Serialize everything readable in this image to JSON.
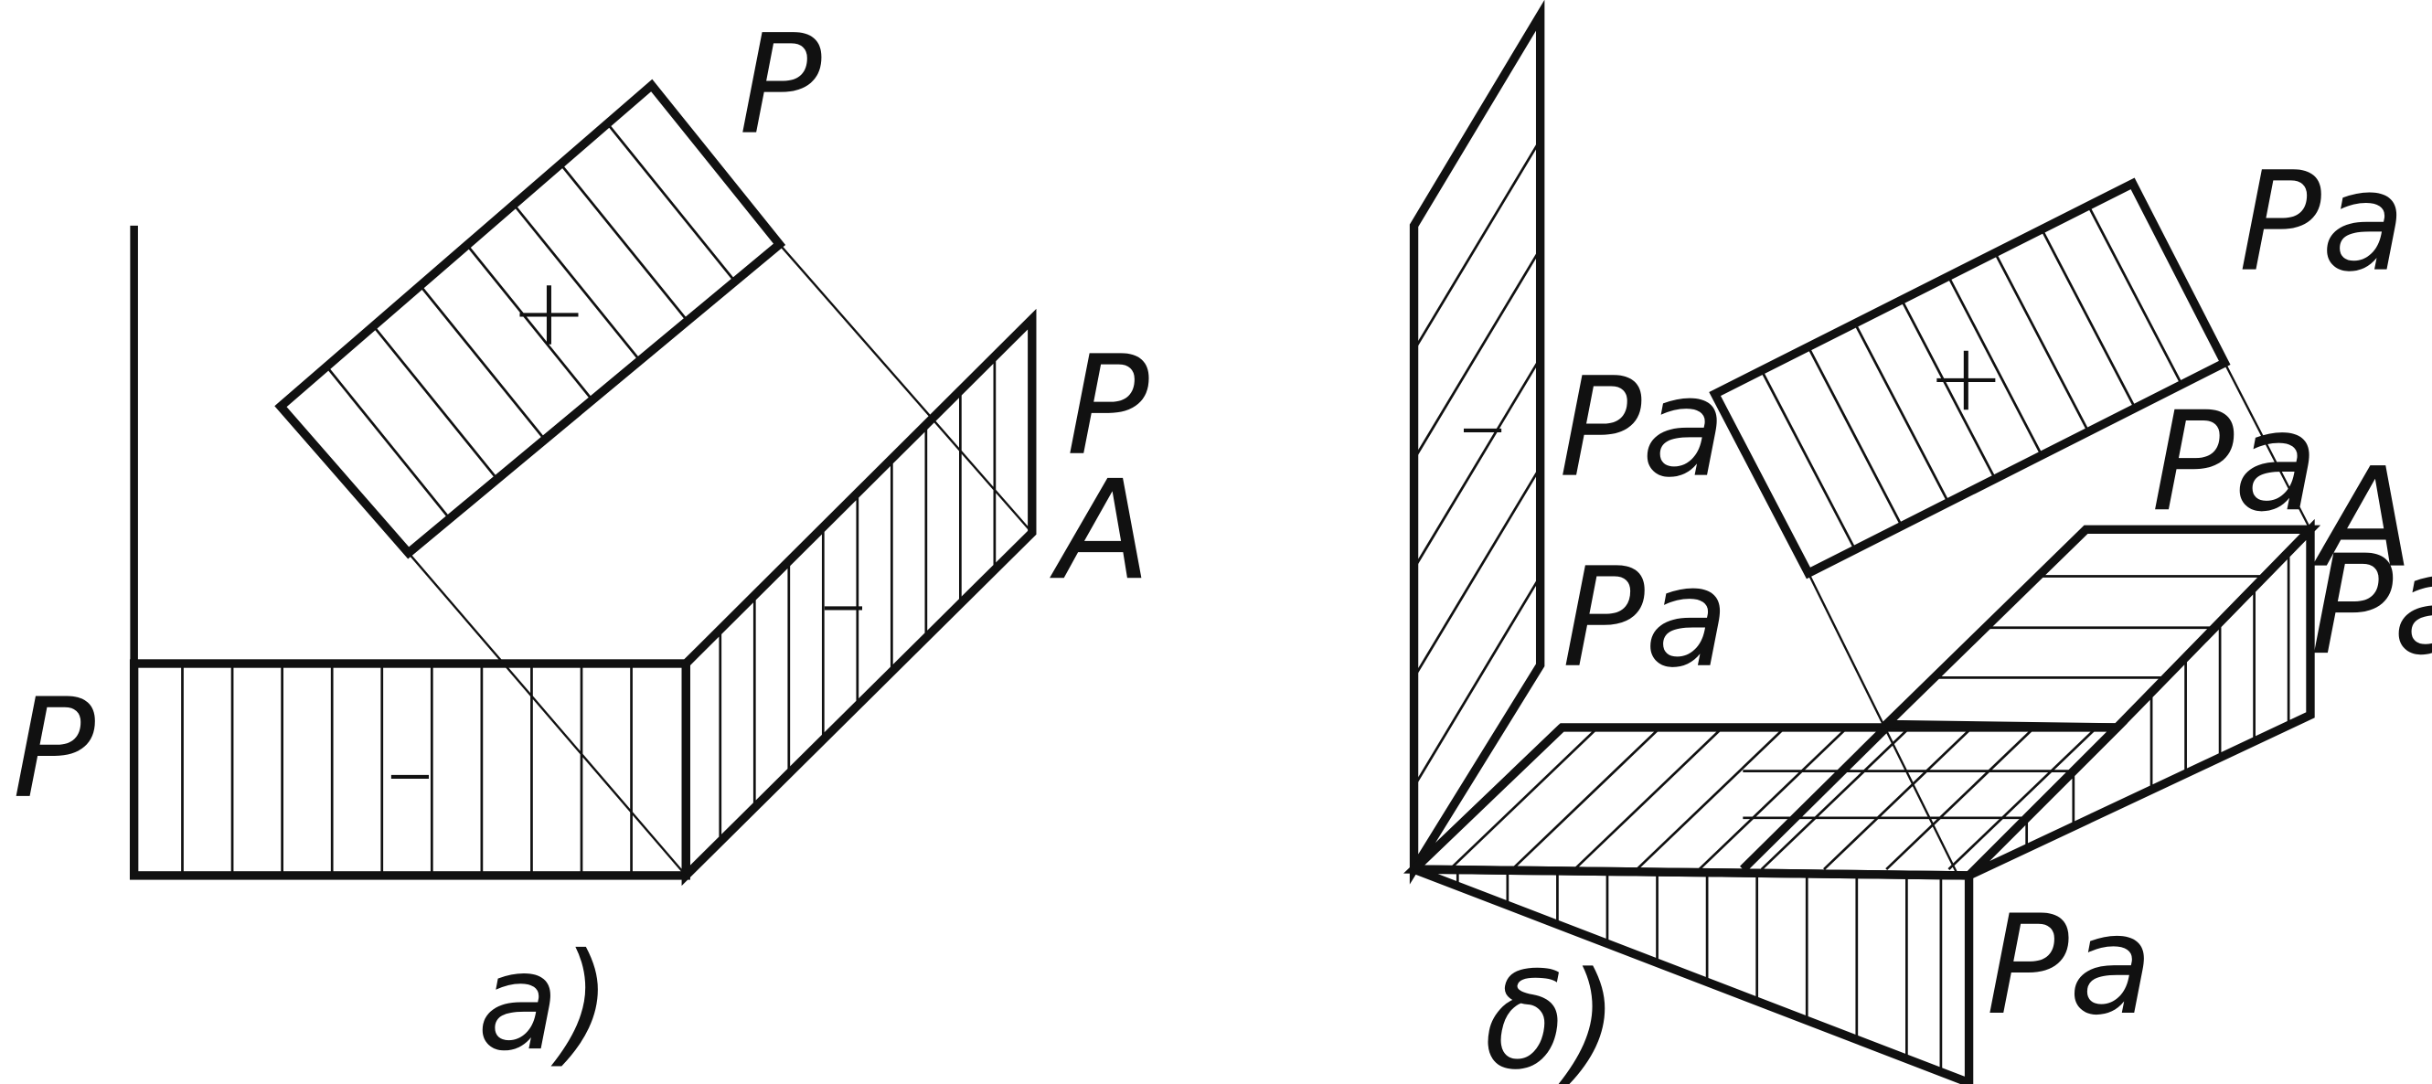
{
  "colors": {
    "ink": "#111111",
    "background": "#ffffff"
  },
  "diagram_a": {
    "caption": "a)",
    "labels": {
      "p_top": "P",
      "p_right": "P",
      "a_point": "A",
      "p_left": "P"
    },
    "signs": {
      "rotated_block": "+",
      "right_block": "–",
      "bottom_block": "–"
    }
  },
  "diagram_b": {
    "caption": "δ)",
    "labels": {
      "pa_top_right": "Pa",
      "pa_left_upper": "Pa",
      "pa_left_lower": "Pa",
      "pa_middle": "Pa",
      "a_point": "A",
      "pa_right": "Pa",
      "pa_bottom": "Pa"
    },
    "signs": {
      "vertical_block": "–",
      "rotated_block": "+"
    }
  }
}
